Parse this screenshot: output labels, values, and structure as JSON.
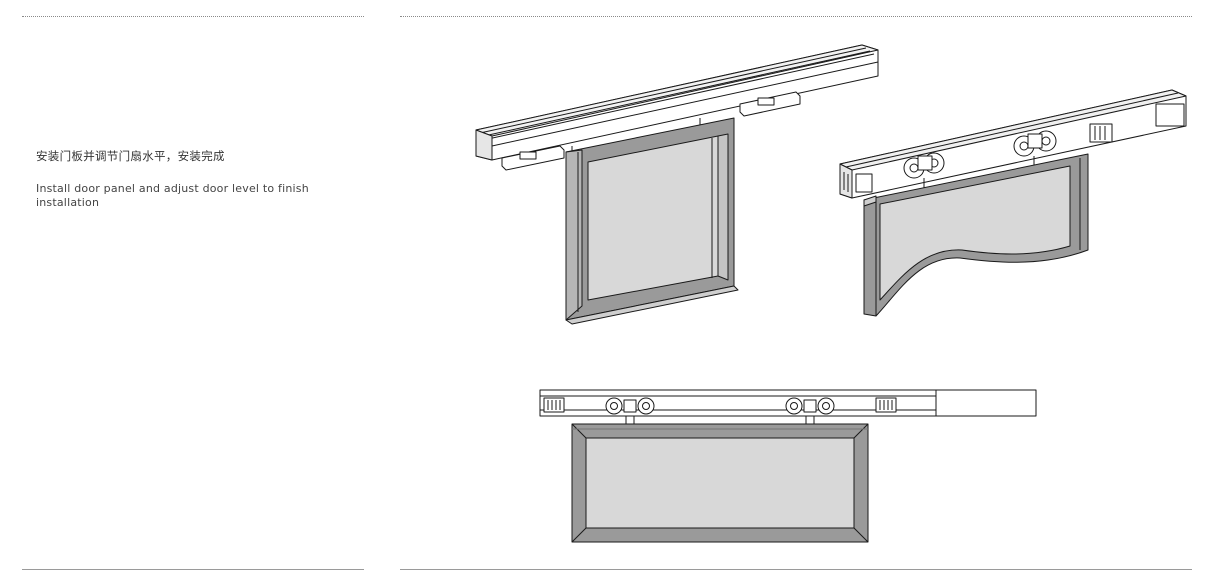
{
  "instruction": {
    "chinese": "安装门板并调节门扇水平，安装完成",
    "english": "Install door panel  and adjust door level to finish installation"
  },
  "illustrations": {
    "views": [
      "isometric-front",
      "isometric-cutaway",
      "front-elevation"
    ]
  },
  "colors": {
    "line": "#1a1a1a",
    "frame": "#9a9a9a",
    "glass": "#d8d8d8",
    "rule": "#8a8a8a"
  }
}
